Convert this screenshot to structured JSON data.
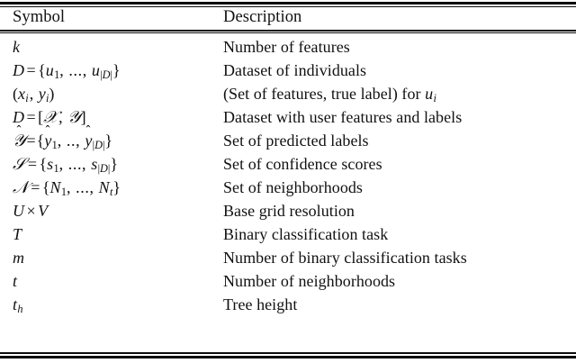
{
  "table": {
    "caption_present": false,
    "columns": [
      {
        "key": "symbol",
        "header": "Symbol"
      },
      {
        "key": "description",
        "header": "Description"
      }
    ],
    "rules": {
      "top": "double",
      "header_separator": "double-thin",
      "bottom": "double"
    },
    "colors": {
      "background": "#ffffff",
      "text": "#111111",
      "rule": "#0a0a0a"
    },
    "rows": [
      {
        "symbol_text": "k",
        "description": "Number of features"
      },
      {
        "symbol_text": "D = {u₁, ..., u_{|D|}}",
        "description": "Dataset of individuals"
      },
      {
        "symbol_text": "(x_i, y_i)",
        "description": "(Set of features, true label) for u_i",
        "description_prefix": "(Set of features, true label) for ",
        "description_math": "u",
        "description_math_sub": "i"
      },
      {
        "symbol_text": "D = [X, Y]",
        "description": "Dataset with user features and labels"
      },
      {
        "symbol_text": "Ŷ = {ŷ₁, .., ŷ_{|D|}}",
        "description": "Set of predicted labels"
      },
      {
        "symbol_text": "S = {s₁, ..., s_{|D|}}",
        "description": "Set of confidence scores"
      },
      {
        "symbol_text": "N = {N₁, ..., N_t}",
        "description": "Set of neighborhoods"
      },
      {
        "symbol_text": "U × V",
        "description": "Base grid resolution"
      },
      {
        "symbol_text": "T",
        "description": "Binary classification task"
      },
      {
        "symbol_text": "m",
        "description": "Number of binary classification tasks"
      },
      {
        "symbol_text": "t",
        "description": "Number of neighborhoods"
      },
      {
        "symbol_text": "t_h",
        "description": "Tree height"
      }
    ]
  }
}
